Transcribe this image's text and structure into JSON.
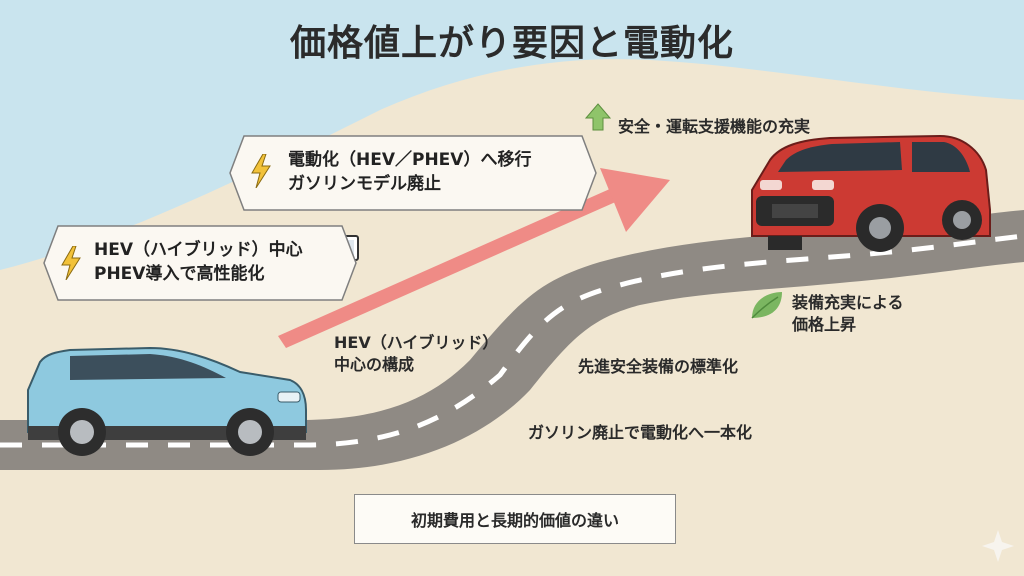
{
  "title": "価格値上がり要因と電動化",
  "callouts": [
    {
      "line1": "HEV（ハイブリッド）中心",
      "line2": "PHEV導入で高性能化",
      "icon": "lightning-icon"
    },
    {
      "line1": "電動化（HEV／PHEV）へ移行",
      "line2": "ガソリンモデル廃止",
      "icon": "lightning-icon"
    }
  ],
  "labels": {
    "safety": "安全・運転支援機能の充実",
    "equipment_line1": "装備充実による",
    "equipment_line2": "価格上昇",
    "hev_line1": "HEV（ハイブリッド）",
    "hev_line2": "中心の構成",
    "advanced_safety": "先進安全装備の標準化",
    "gasoline": "ガソリン廃止で電動化へ一本化"
  },
  "footer": "初期費用と長期的価値の違い",
  "colors": {
    "sky": "#c9e4ee",
    "ground": "#f1e7d2",
    "road": "#8f8a84",
    "arrow": "#ef8b86",
    "car_blue": "#8ec9df",
    "car_red": "#cc3a33",
    "bolt": "#f2c23a",
    "up_arrow": "#8fc46a",
    "leaf": "#7bb661"
  }
}
